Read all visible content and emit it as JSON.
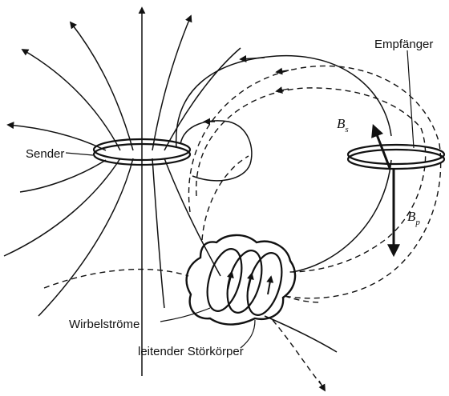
{
  "labels": {
    "sender": "Sender",
    "receiver": "Empfänger",
    "eddy_currents": "Wirbelströme",
    "conductor": "leitender Störkörper",
    "bs_base": "B",
    "bs_sub": "s",
    "bp_base": "B",
    "bp_sub": "p"
  },
  "colors": {
    "ink": "#111111",
    "background": "#ffffff"
  }
}
